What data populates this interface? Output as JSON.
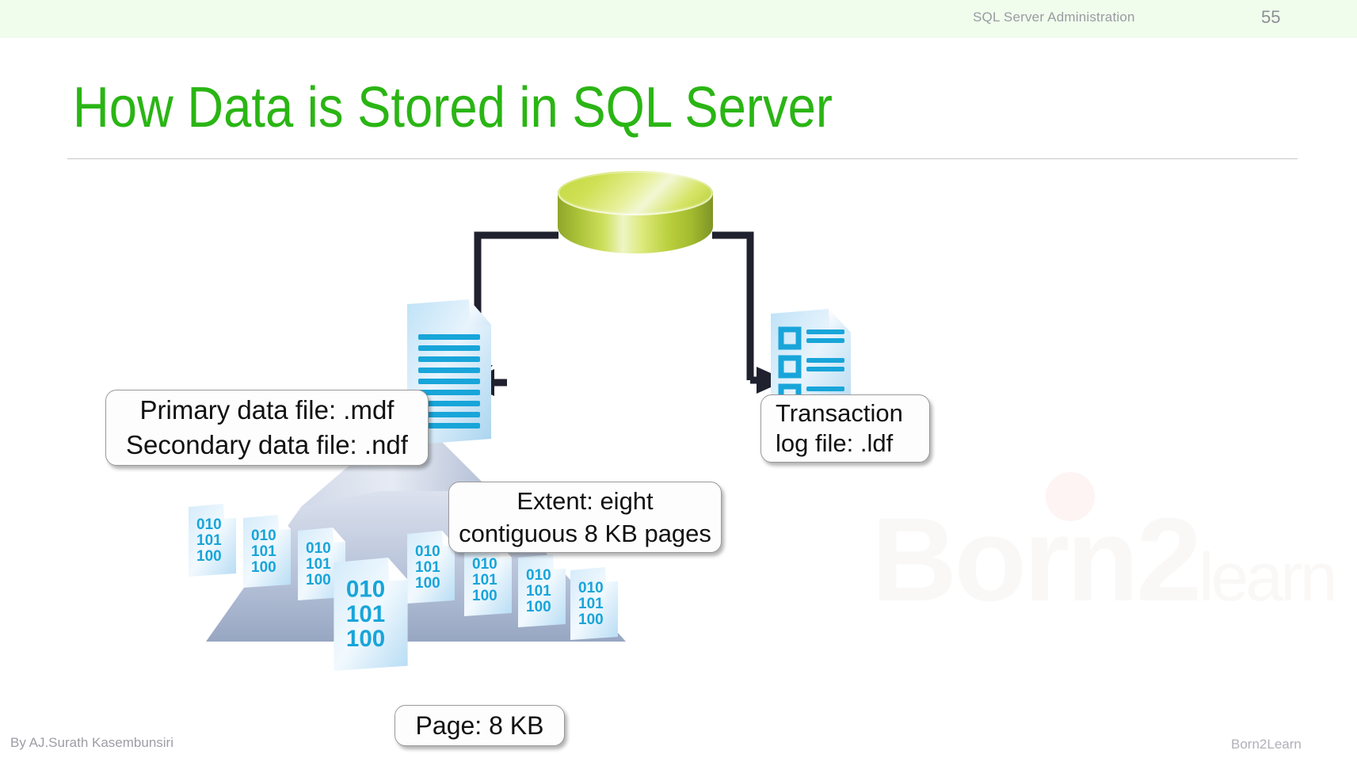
{
  "header": {
    "title": "SQL Server  Administration",
    "page_number": "55",
    "band_color": "#f0fdec"
  },
  "slide": {
    "title": "How Data is Stored in SQL Server",
    "title_color": "#2ab514",
    "background": "#ffffff"
  },
  "watermark": {
    "text_main": "Born",
    "text_sup": "2",
    "text_small": "learn"
  },
  "diagram": {
    "database": {
      "label": "database-cylinder",
      "fill_light": "#eef5c4",
      "fill_dark": "#8fa62c"
    },
    "data_file": {
      "icon": "data-file-document-icon",
      "accent_color": "#21a7dc"
    },
    "log_file": {
      "icon": "log-file-checklist-icon",
      "accent_color": "#21a7dc"
    },
    "connector_color": "#20212e",
    "funnel_color_top": "#e6ebf4",
    "funnel_color_bottom": "#9aa9c4",
    "pages": [
      {
        "name": "page-1",
        "binary": [
          "010",
          "101",
          "100"
        ]
      },
      {
        "name": "page-2",
        "binary": [
          "010",
          "101",
          "100"
        ]
      },
      {
        "name": "page-3",
        "binary": [
          "010",
          "101",
          "100"
        ]
      },
      {
        "name": "page-4",
        "binary": [
          "010",
          "101",
          "100"
        ]
      },
      {
        "name": "page-5",
        "binary": [
          "010",
          "101",
          "100"
        ]
      },
      {
        "name": "page-6",
        "binary": [
          "010",
          "101",
          "100"
        ]
      },
      {
        "name": "page-7",
        "binary": [
          "010",
          "101",
          "100"
        ]
      },
      {
        "name": "page-8",
        "binary": [
          "010",
          "101",
          "100"
        ]
      }
    ],
    "page_count": 8
  },
  "callouts": {
    "primary_data_file": {
      "line1": "Primary data file: .mdf",
      "line2": "Secondary data file: .ndf"
    },
    "transaction_log": {
      "line1": "Transaction",
      "line2": "log file: .ldf"
    },
    "extent": {
      "line1": "Extent: eight",
      "line2": "contiguous 8 KB pages"
    },
    "page": {
      "line1": "Page: 8 KB"
    }
  },
  "footer": {
    "author": "By AJ.Surath Kasembunsiri",
    "brand": "Born2Learn"
  }
}
